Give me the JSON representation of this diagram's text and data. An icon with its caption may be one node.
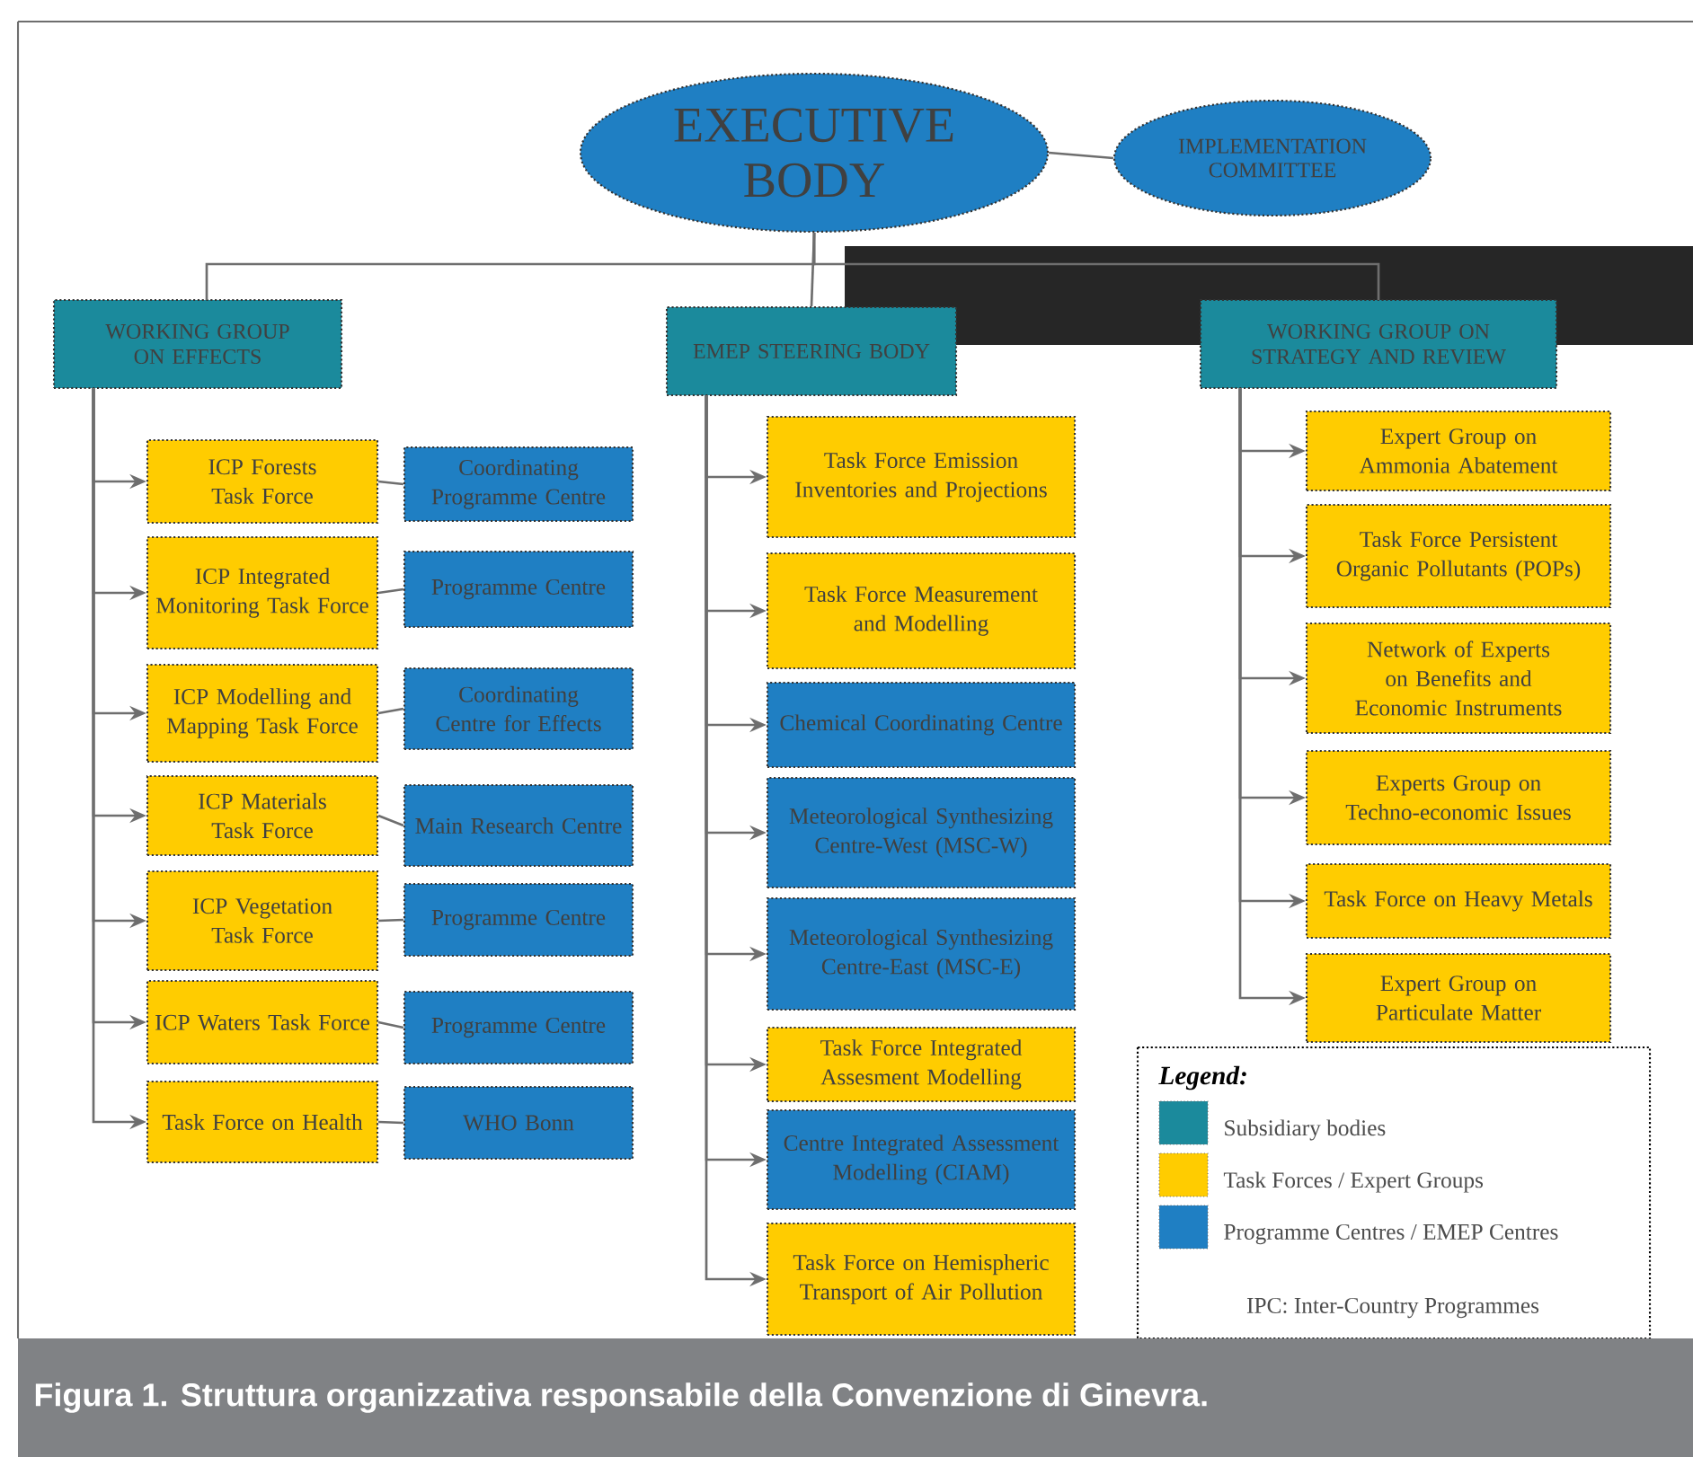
{
  "diagram": {
    "caption": "Figura 1. Struttura organizzativa responsabile della Convenzione di Ginevra.",
    "nodes": [
      {
        "text": [
          "EXECUTIVE BODY"
        ]
      },
      {
        "text": [
          "IMPLEMENTATION COMMITTEE"
        ]
      },
      {
        "text": [
          "WORKING GROUP ON EFFECTS"
        ]
      },
      {
        "text": [
          "EMEP STEERING BODY"
        ]
      },
      {
        "text": [
          "WORKING GROUP ON STRATEGY AND REVIEW"
        ]
      },
      {
        "text": [
          "ICP Forests Task Force"
        ]
      },
      {
        "text": [
          "Coordinating Programme Centre"
        ]
      },
      {
        "text": [
          "ICP Integrated Monitoring Task Force"
        ]
      },
      {
        "text": [
          "Programme Centre"
        ]
      },
      {
        "text": [
          "ICP Modelling and Mapping Task Force"
        ]
      },
      {
        "text": [
          "Coordinating Centre for Effects"
        ]
      },
      {
        "text": [
          "ICP Materials Task Force"
        ]
      },
      {
        "text": [
          "Main Research Centre"
        ]
      },
      {
        "text": [
          "ICP Vegetation Task Force"
        ]
      },
      {
        "text": [
          "Programme Centre"
        ]
      },
      {
        "text": [
          "ICP Waters Task Force"
        ]
      },
      {
        "text": [
          "Programme Centre"
        ]
      },
      {
        "text": [
          "Task Force on Health"
        ]
      },
      {
        "text": [
          "WHO Bonn"
        ]
      },
      {
        "text": [
          "Task Force Emission Inventories and Projections"
        ]
      },
      {
        "text": [
          "Task Force Measurement and Modelling"
        ]
      },
      {
        "text": [
          "Chemical Coordinating Centre"
        ]
      },
      {
        "text": [
          "Meteorological Synthesizing Centre-West (MSC-W)"
        ]
      },
      {
        "text": [
          "Meteorological Synthesizing Centre-East (MSC-E)"
        ]
      },
      {
        "text": [
          "Task Force Integrated Assesment Modelling"
        ]
      },
      {
        "text": [
          "Centre Integrated Assessment Modelling (CIAM)"
        ]
      },
      {
        "text": [
          "Task Force on Hemispheric Transport of Air Pollution"
        ]
      },
      {
        "text": [
          "Expert Group on Ammonia Abatement"
        ]
      },
      {
        "text": [
          "Task Force Persistent Organic Pollutants (POPs)"
        ]
      },
      {
        "text": [
          "Network of Experts on Benefits and Economic Instruments"
        ]
      },
      {
        "text": [
          "Experts Group on Techno-economic Issues"
        ]
      },
      {
        "text": [
          "Task Force on Heavy Metals"
        ]
      },
      {
        "text": [
          "Expert Group on Particulate Matter"
        ]
      }
    ],
    "edges": [
      {
        "from": 0,
        "to": 1,
        "arrow": "none"
      },
      {
        "from": 0,
        "to": 2,
        "arrow": "none"
      },
      {
        "from": 0,
        "to": 3,
        "arrow": "none"
      },
      {
        "from": 0,
        "to": 4,
        "arrow": "none"
      },
      {
        "from": 2,
        "to": 5,
        "arrow": "to"
      },
      {
        "from": 5,
        "to": 6,
        "arrow": "none"
      },
      {
        "from": 2,
        "to": 7,
        "arrow": "to"
      },
      {
        "from": 7,
        "to": 8,
        "arrow": "none"
      },
      {
        "from": 2,
        "to": 9,
        "arrow": "to"
      },
      {
        "from": 9,
        "to": 10,
        "arrow": "none"
      },
      {
        "from": 2,
        "to": 11,
        "arrow": "to"
      },
      {
        "from": 11,
        "to": 12,
        "arrow": "none"
      },
      {
        "from": 2,
        "to": 13,
        "arrow": "to"
      },
      {
        "from": 13,
        "to": 14,
        "arrow": "none"
      },
      {
        "from": 2,
        "to": 15,
        "arrow": "to"
      },
      {
        "from": 15,
        "to": 16,
        "arrow": "none"
      },
      {
        "from": 2,
        "to": 17,
        "arrow": "to"
      },
      {
        "from": 17,
        "to": 18,
        "arrow": "none"
      },
      {
        "from": 3,
        "to": 19,
        "arrow": "to"
      },
      {
        "from": 3,
        "to": 20,
        "arrow": "to"
      },
      {
        "from": 3,
        "to": 21,
        "arrow": "to"
      },
      {
        "from": 3,
        "to": 22,
        "arrow": "to"
      },
      {
        "from": 3,
        "to": 23,
        "arrow": "to"
      },
      {
        "from": 3,
        "to": 24,
        "arrow": "to"
      },
      {
        "from": 3,
        "to": 25,
        "arrow": "to"
      },
      {
        "from": 3,
        "to": 26,
        "arrow": "to"
      },
      {
        "from": 4,
        "to": 27,
        "arrow": "to"
      },
      {
        "from": 4,
        "to": 28,
        "arrow": "to"
      },
      {
        "from": 4,
        "to": 29,
        "arrow": "to"
      },
      {
        "from": 4,
        "to": 30,
        "arrow": "to"
      },
      {
        "from": 4,
        "to": 31,
        "arrow": "to"
      },
      {
        "from": 4,
        "to": 32,
        "arrow": "to"
      }
    ],
    "labels": [
      "Legend:",
      "IPC: Inter-Country Programmes"
    ],
    "legend": [
      {
        "text": "Subsidiary bodies",
        "color": "#1b8a9c"
      },
      {
        "text": "Task Forces / Expert Groups",
        "color": "#ffcc00"
      },
      {
        "text": "Programme Centres / EMEP Centres",
        "color": "#1f7fc3"
      }
    ]
  }
}
